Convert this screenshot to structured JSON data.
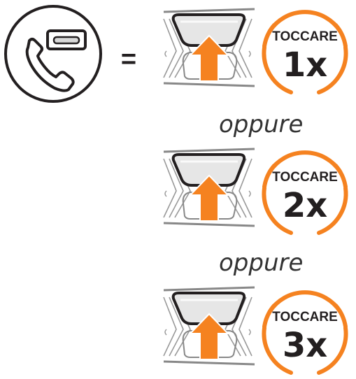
{
  "equals_sign": "=",
  "separator_text": "oppure",
  "tap_label": "TOCCARE",
  "steps": [
    {
      "count_label": "1x"
    },
    {
      "count_label": "2x"
    },
    {
      "count_label": "3x"
    }
  ],
  "colors": {
    "accent_orange": "#F58220",
    "line_dark": "#231F20",
    "device_gray": "#888888"
  },
  "icons": {
    "phone_device": "phone-call-device-icon",
    "tap_button": "device-button-press-icon",
    "press_arrow": "arrow-up-icon"
  }
}
